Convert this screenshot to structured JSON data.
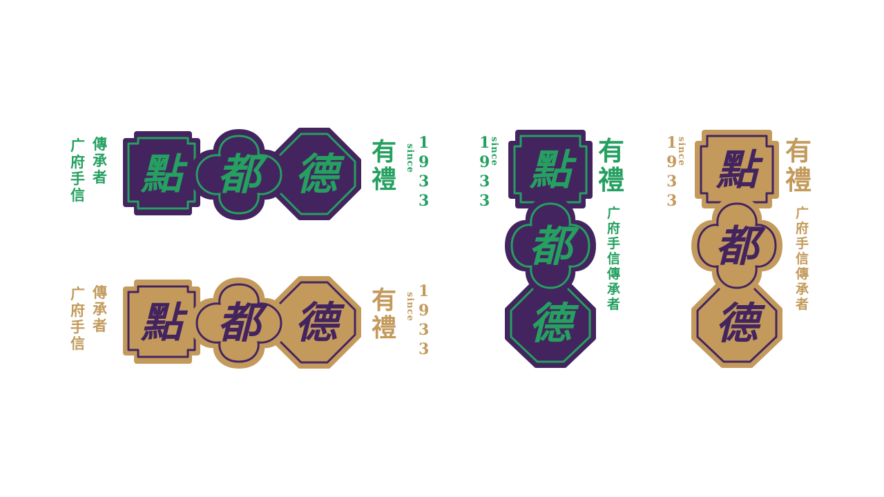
{
  "colors": {
    "purple": "#43245f",
    "green": "#25a060",
    "gold": "#c39a5c",
    "background": "#ffffff"
  },
  "brand": {
    "name_chars": [
      "點",
      "都",
      "德"
    ],
    "tagline_chars": [
      "有",
      "禮"
    ],
    "slogan_col1": [
      "傳",
      "承",
      "者"
    ],
    "slogan_col2": [
      "广",
      "府",
      "手",
      "信"
    ],
    "slogan_full": [
      "广",
      "府",
      "手",
      "信",
      "傳",
      "承",
      "者"
    ],
    "since_label": "since",
    "year_digits": [
      "1",
      "9",
      "3",
      "3"
    ]
  },
  "variants": [
    {
      "id": "horizontal-purple-green",
      "orientation": "horizontal",
      "fill": "purple",
      "accent": "green"
    },
    {
      "id": "horizontal-gold-purple",
      "orientation": "horizontal",
      "fill": "gold",
      "accent": "purple"
    },
    {
      "id": "vertical-purple-green",
      "orientation": "vertical",
      "fill": "purple",
      "accent": "green"
    },
    {
      "id": "vertical-gold-purple",
      "orientation": "vertical",
      "fill": "gold",
      "accent": "purple"
    }
  ]
}
